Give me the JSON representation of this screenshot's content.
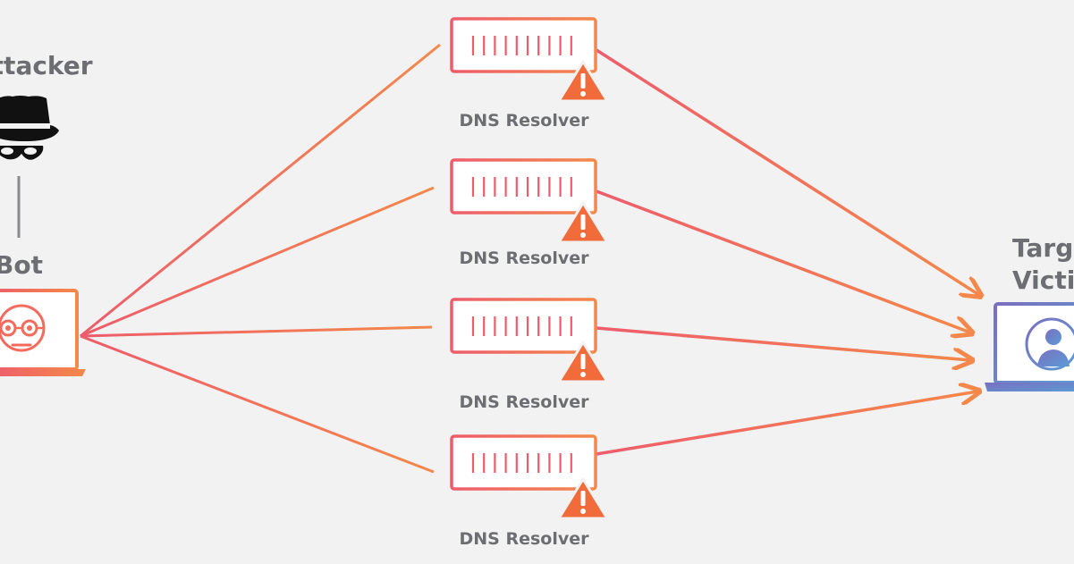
{
  "nodes": {
    "attacker": {
      "label": "Attacker"
    },
    "bot": {
      "label": "Bot"
    },
    "target": {
      "label_line1": "Target",
      "label_line2": "Victim"
    }
  },
  "resolvers": [
    {
      "label": "DNS Resolver"
    },
    {
      "label": "DNS Resolver"
    },
    {
      "label": "DNS Resolver"
    },
    {
      "label": "DNS Resolver"
    }
  ],
  "colors": {
    "background": "#f2f2f2",
    "accent_orange": "#f4884a",
    "accent_pink": "#ee5c6c",
    "warning_orange": "#f26b3a",
    "label_gray": "#6d6e71",
    "attacker_black": "#111111",
    "target_purple": "#7a6fc0",
    "target_blue": "#5b9bd5"
  },
  "icons": {
    "attacker": "spy-hat-icon",
    "bot": "robot-laptop-icon",
    "resolver": "server-icon",
    "warning": "warning-triangle-icon",
    "target": "user-laptop-icon"
  }
}
